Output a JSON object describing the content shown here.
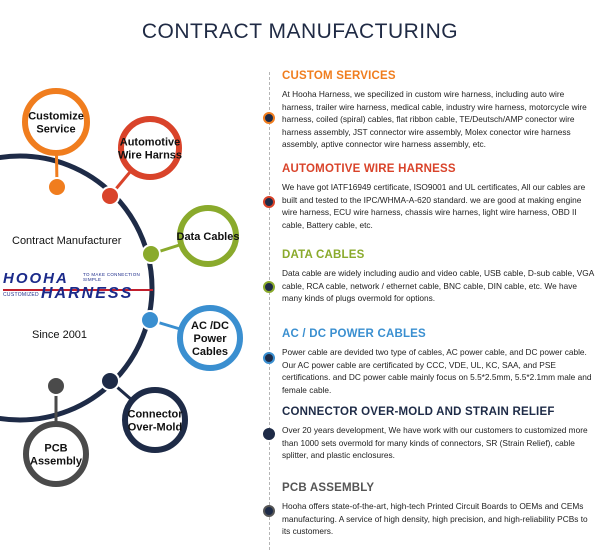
{
  "title": "CONTRACT MANUFACTURING",
  "colors": {
    "orange": "#f07d1e",
    "red": "#d9432a",
    "green": "#8aaa2c",
    "blue": "#3a8fd0",
    "navy": "#1e2b47",
    "gray": "#555555"
  },
  "diagram": {
    "center_title": "Contract Manufacturer",
    "center_since": "Since 2001",
    "logo": {
      "word1": "HOOHA",
      "word2": "HARNESS",
      "tagline_top": "TO MAKE CONNECTION SIMPLE",
      "tagline_bottom": "CUSTOMIZED"
    },
    "nodes": [
      {
        "lines": [
          "Customize",
          "Service"
        ]
      },
      {
        "lines": [
          "Automotive",
          "Wire Harnss"
        ]
      },
      {
        "lines": [
          "Data Cables"
        ]
      },
      {
        "lines": [
          "AC /DC",
          "Power",
          "Cables"
        ]
      },
      {
        "lines": [
          "Connector",
          "Over-Mold"
        ]
      },
      {
        "lines": [
          "PCB",
          "Assembly"
        ]
      }
    ]
  },
  "sections": [
    {
      "heading": "CUSTOM SERVICES",
      "color": "#f07d1e",
      "body": "At Hooha Harness, we specilized in custom wire harness, including auto wire harness, trailer wire harness, medical cable, industry wire harness, motorcycle wire harness, coiled (spiral) cables, flat ribbon cable, TE/Deutsch/AMP conector wire harness assembly, JST connector wire assembly, Molex conector wire harness assembly, aptive connector wire harness assembly, etc."
    },
    {
      "heading": "AUTOMOTIVE WIRE HARNESS",
      "color": "#d9432a",
      "body": "We have got IATF16949 certificate, ISO9001 and UL certificates, All our cables are built and tested to the IPC/WHMA-A-620 standard. we are good at making engine wire harness, ECU wire harness, chassis wire harnes, light wire harness, OBD II cable, Battery cable, etc."
    },
    {
      "heading": "DATA CABLES",
      "color": "#8aaa2c",
      "body": "Data cable are widely including audio and video cable, USB cable, D-sub cable, VGA cable, RCA cable, network / ethernet cable, BNC cable, DIN cable, etc. We have many kinds of plugs overmold for options."
    },
    {
      "heading": "AC / DC POWER CABLES",
      "color": "#3a8fd0",
      "body": "Power cable are devided two type of cables, AC power cable, and DC power cable. Our AC power cable are certificated by CCC, VDE, UL, KC, SAA, and PSE certifications. and  DC power cable mainly focus on 5.5*2.5mm, 5.5*2.1mm male and female cable."
    },
    {
      "heading": "CONNECTOR OVER-MOLD AND STRAIN RELIEF",
      "color": "#1e2b47",
      "body": "Over 20 years development, We have work with our customers to customized more than 1000 sets overmold for many kinds of connectors, SR (Strain Relief), cable splitter, and plastic enclosures."
    },
    {
      "heading": "PCB ASSEMBLY",
      "color": "#555555",
      "body": "Hooha offers state-of-the-art, high-tech Printed Circuit Boards to OEMs and CEMs manufacturing. A service of high density, high precision, and high-reliability PCBs to its customers."
    }
  ]
}
